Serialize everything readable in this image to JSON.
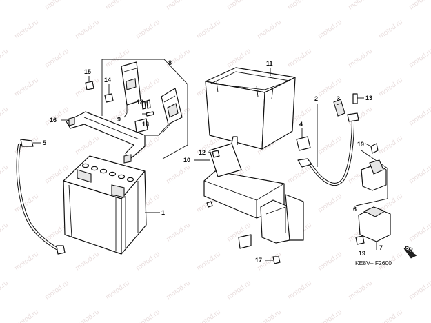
{
  "watermark": "motod.ru",
  "diagram_code": "KE8V– F2600",
  "direction_label": "FR.",
  "callouts": [
    {
      "id": "c1",
      "label": "1"
    },
    {
      "id": "c2",
      "label": "2"
    },
    {
      "id": "c3",
      "label": "3"
    },
    {
      "id": "c4",
      "label": "4"
    },
    {
      "id": "c5",
      "label": "5"
    },
    {
      "id": "c6",
      "label": "6"
    },
    {
      "id": "c7",
      "label": "7"
    },
    {
      "id": "c8",
      "label": "8"
    },
    {
      "id": "c9",
      "label": "9"
    },
    {
      "id": "c10",
      "label": "10"
    },
    {
      "id": "c11",
      "label": "11"
    },
    {
      "id": "c12",
      "label": "12"
    },
    {
      "id": "c13",
      "label": "13"
    },
    {
      "id": "c14",
      "label": "14"
    },
    {
      "id": "c15",
      "label": "15"
    },
    {
      "id": "c16",
      "label": "16"
    },
    {
      "id": "c17",
      "label": "17"
    },
    {
      "id": "c18",
      "label": "18"
    },
    {
      "id": "c18b",
      "label": "18"
    },
    {
      "id": "c19",
      "label": "19"
    },
    {
      "id": "c19b",
      "label": "19"
    }
  ],
  "colors": {
    "line": "#111111",
    "background": "#ffffff",
    "watermark": "#e9dede",
    "fill": "#e6e6e6"
  }
}
